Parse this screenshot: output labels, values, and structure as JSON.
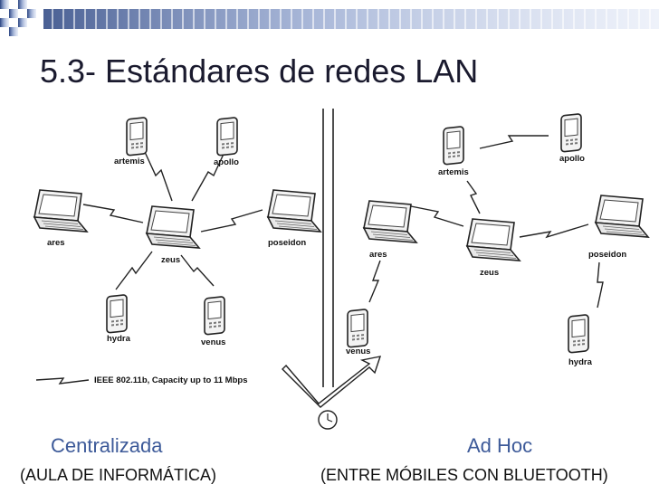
{
  "slide": {
    "title": "5.3- Estándares de redes LAN"
  },
  "left_diagram": {
    "nodes": {
      "artemis": "artemis",
      "apollo": "apollo",
      "ares": "ares",
      "zeus": "zeus",
      "poseidon": "poseidon",
      "hydra": "hydra",
      "venus": "venus"
    },
    "legend": "IEEE 802.11b, Capacity up to 11 Mbps",
    "caption": "Centralizada",
    "subcaption": "(AULA DE INFORMÁTICA)"
  },
  "right_diagram": {
    "nodes": {
      "artemis": "artemis",
      "apollo": "apollo",
      "ares": "ares",
      "zeus": "zeus",
      "poseidon": "poseidon",
      "hydra": "hydra",
      "venus": "venus"
    },
    "caption": "Ad Hoc",
    "subcaption": "(ENTRE MÓBILES CON BLUETOOTH)"
  },
  "colors": {
    "accent": "#3d5a99",
    "title": "#1a1a2e"
  }
}
